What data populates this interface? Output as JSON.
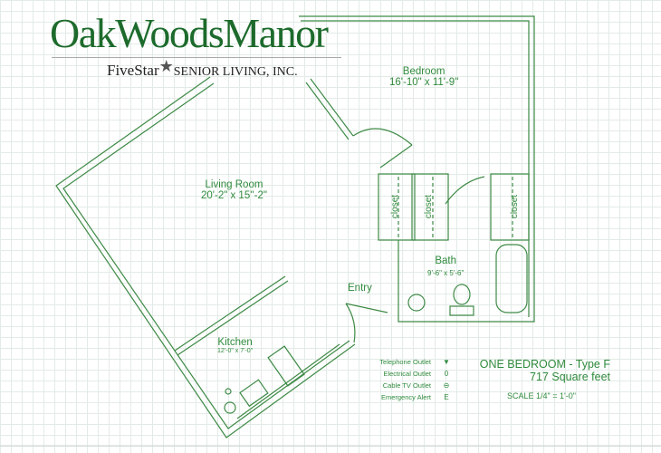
{
  "brand": {
    "name": "OakWoodsManor",
    "company_a": "FiveStar",
    "company_b": "SENIOR LIVING, INC."
  },
  "rooms": {
    "bedroom": {
      "name": "Bedroom",
      "size": "16'-10\" x 11'-9\""
    },
    "living": {
      "name": "Living Room",
      "size": "20'-2\" x 15''-2\""
    },
    "kitchen": {
      "name": "Kitchen",
      "size": "12'-0\" x 7'-0\""
    },
    "bath": {
      "name": "Bath",
      "size": "9'-6\" x 5'-6\""
    },
    "entry": {
      "name": "Entry"
    },
    "closet": "closet"
  },
  "legend": [
    {
      "label": "Telephone Outlet",
      "symbol": "▼"
    },
    {
      "label": "Electrical Outlet",
      "symbol": "0"
    },
    {
      "label": "Cable TV Outlet",
      "symbol": "⊖"
    },
    {
      "label": "Emergency Alert",
      "symbol": "E"
    }
  ],
  "unit": {
    "type": "ONE BEDROOM - Type F",
    "area": "717 Square feet",
    "scale": "SCALE 1/4\" = 1'-0\""
  },
  "colors": {
    "wall": "#3e8a46",
    "text": "#2f8a3c",
    "brand": "#1d6b2c"
  }
}
